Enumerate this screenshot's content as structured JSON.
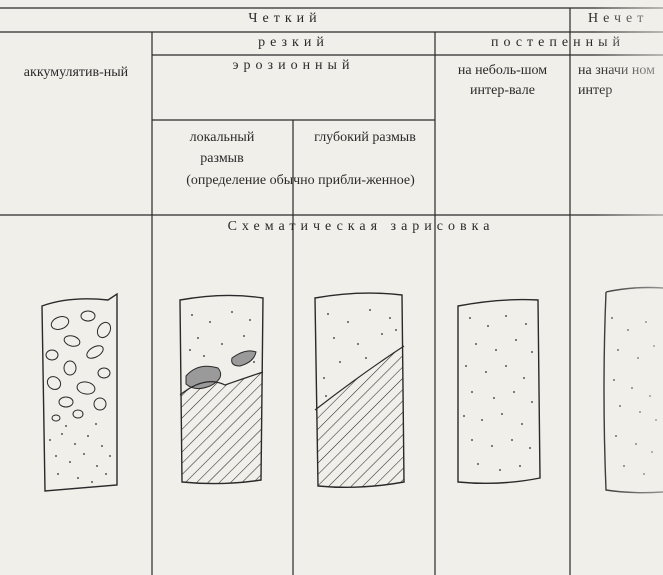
{
  "header": {
    "row1": {
      "distinct": "Четкий",
      "indistinct": "Нечет"
    },
    "row2": {
      "sharp": "резкий",
      "gradual": "постепенный"
    },
    "row3": {
      "accumulative": "аккумулятив-ный",
      "erosional": "эрозионный",
      "small_interval": "на неболь-шом интер-вале",
      "large_interval": "на значи ном интер"
    },
    "row4": {
      "local_washout": "локальный размыв",
      "deep_washout": "глубокий размыв",
      "note": "(определение обычно прибли-женное)"
    }
  },
  "sketch_title": "Схематическая зарисовка",
  "colors": {
    "ink": "#2a2a2a",
    "paper": "#f1efea",
    "pebble": "#9a9a9a"
  }
}
